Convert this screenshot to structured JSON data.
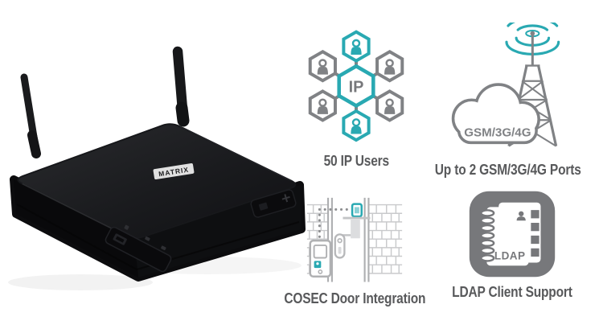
{
  "page": {
    "background": "#ffffff"
  },
  "device": {
    "logo_text": "MATRIX"
  },
  "features": [
    {
      "caption": "50 IP Users",
      "icon": "ip-users-hexagon-network-icon",
      "icon_label": "IP"
    },
    {
      "caption": "Up to 2 GSM/3G/4G Ports",
      "icon": "gsm-cell-tower-cloud-icon",
      "icon_label": "GSM/3G/4G"
    },
    {
      "caption": "COSEC Door Integration",
      "icon": "door-access-control-icon"
    },
    {
      "caption": "LDAP Client Support",
      "icon": "ldap-directory-book-icon",
      "icon_label": "LDAP"
    }
  ],
  "colors": {
    "accent_teal": "#29A9B2",
    "icon_gray": "#808285",
    "light_gray": "#C6C7C9",
    "caption_text": "#58595B",
    "device_black": "#0E0F11"
  }
}
